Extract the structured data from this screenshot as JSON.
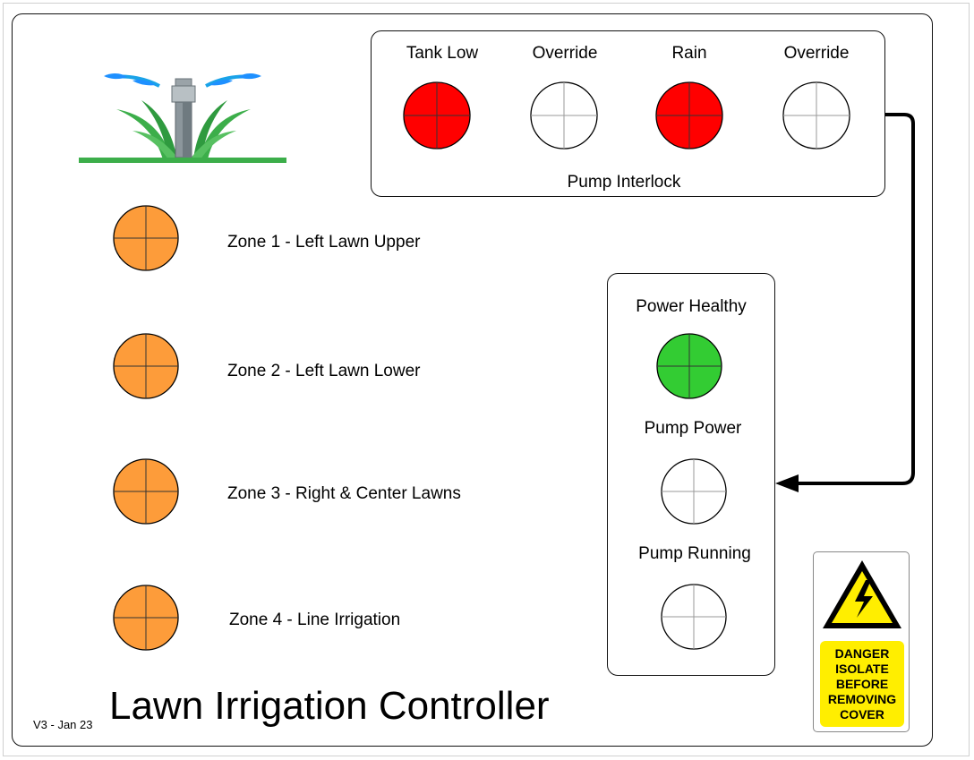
{
  "title": "Lawn Irrigation Controller",
  "version": "V3 - Jan 23",
  "interlock": {
    "label": "Pump Interlock",
    "lamps": [
      {
        "label": "Tank Low",
        "color": "#ff0000"
      },
      {
        "label": "Override",
        "color": "#ffffff"
      },
      {
        "label": "Rain",
        "color": "#ff0000"
      },
      {
        "label": "Override",
        "color": "#ffffff"
      }
    ]
  },
  "zones": [
    {
      "label": "Zone 1 - Left Lawn Upper",
      "color": "#fd9c3a"
    },
    {
      "label": "Zone 2 - Left Lawn Lower",
      "color": "#fd9c3a"
    },
    {
      "label": "Zone 3 - Right & Center Lawns",
      "color": "#fd9c3a"
    },
    {
      "label": "Zone 4 - Line Irrigation",
      "color": "#fd9c3a"
    }
  ],
  "pump": {
    "lamps": [
      {
        "label": "Power Healthy",
        "color": "#33cc33"
      },
      {
        "label": "Pump Power",
        "color": "#ffffff"
      },
      {
        "label": "Pump Running",
        "color": "#ffffff"
      }
    ]
  },
  "danger_sign": {
    "icon": "high-voltage-warning-icon",
    "lines": [
      "DANGER",
      "ISOLATE",
      "BEFORE",
      "REMOVING",
      "COVER"
    ],
    "background": "#ffee00"
  },
  "logo": {
    "icon": "lawn-sprinkler-icon"
  }
}
